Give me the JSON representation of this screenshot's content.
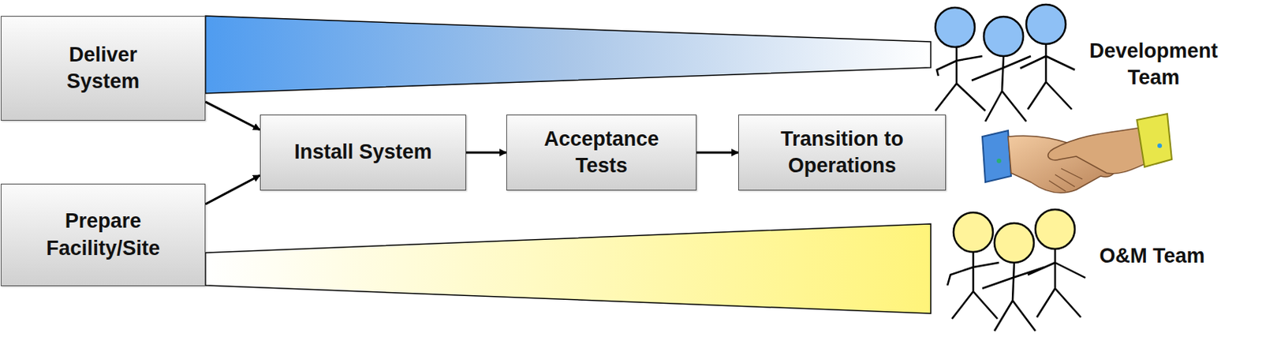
{
  "diagram": {
    "nodes": [
      {
        "text": [
          "Deliver System"
        ]
      },
      {
        "text": [
          "Prepare Facility/Site"
        ]
      },
      {
        "text": [
          "Install System"
        ]
      },
      {
        "text": [
          "Acceptance Tests"
        ]
      },
      {
        "text": [
          "Transition to Operations"
        ]
      }
    ],
    "edges": [
      {
        "from": 0,
        "to": 2,
        "arrow": "to"
      },
      {
        "from": 1,
        "to": 2,
        "arrow": "to"
      },
      {
        "from": 2,
        "to": 3,
        "arrow": "to"
      },
      {
        "from": 3,
        "to": 4,
        "arrow": "to"
      }
    ],
    "labels": [
      "Development Team",
      "O&M Team"
    ]
  }
}
